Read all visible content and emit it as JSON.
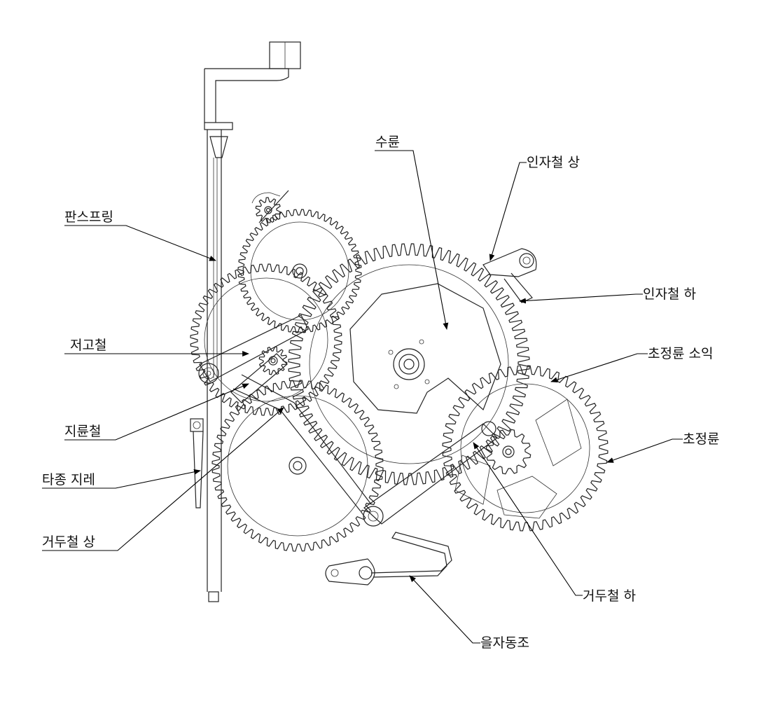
{
  "labels": {
    "pan_spring": "판스프링",
    "jeogo_cheol": "저고철",
    "jiryun_cheol": "지륜철",
    "tajong_jire": "타종 지레",
    "geodu_cheol_sang": "거두철 상",
    "suryun": "수륜",
    "inja_cheol_sang": "인자철 상",
    "inja_cheol_ha": "인자철 하",
    "chojeong_ryun_soik": "초정륜 소익",
    "chojeong_ryun": "초정륜",
    "geodu_cheol_ha": "거두철 하",
    "euljadongjo": "을자동조"
  }
}
